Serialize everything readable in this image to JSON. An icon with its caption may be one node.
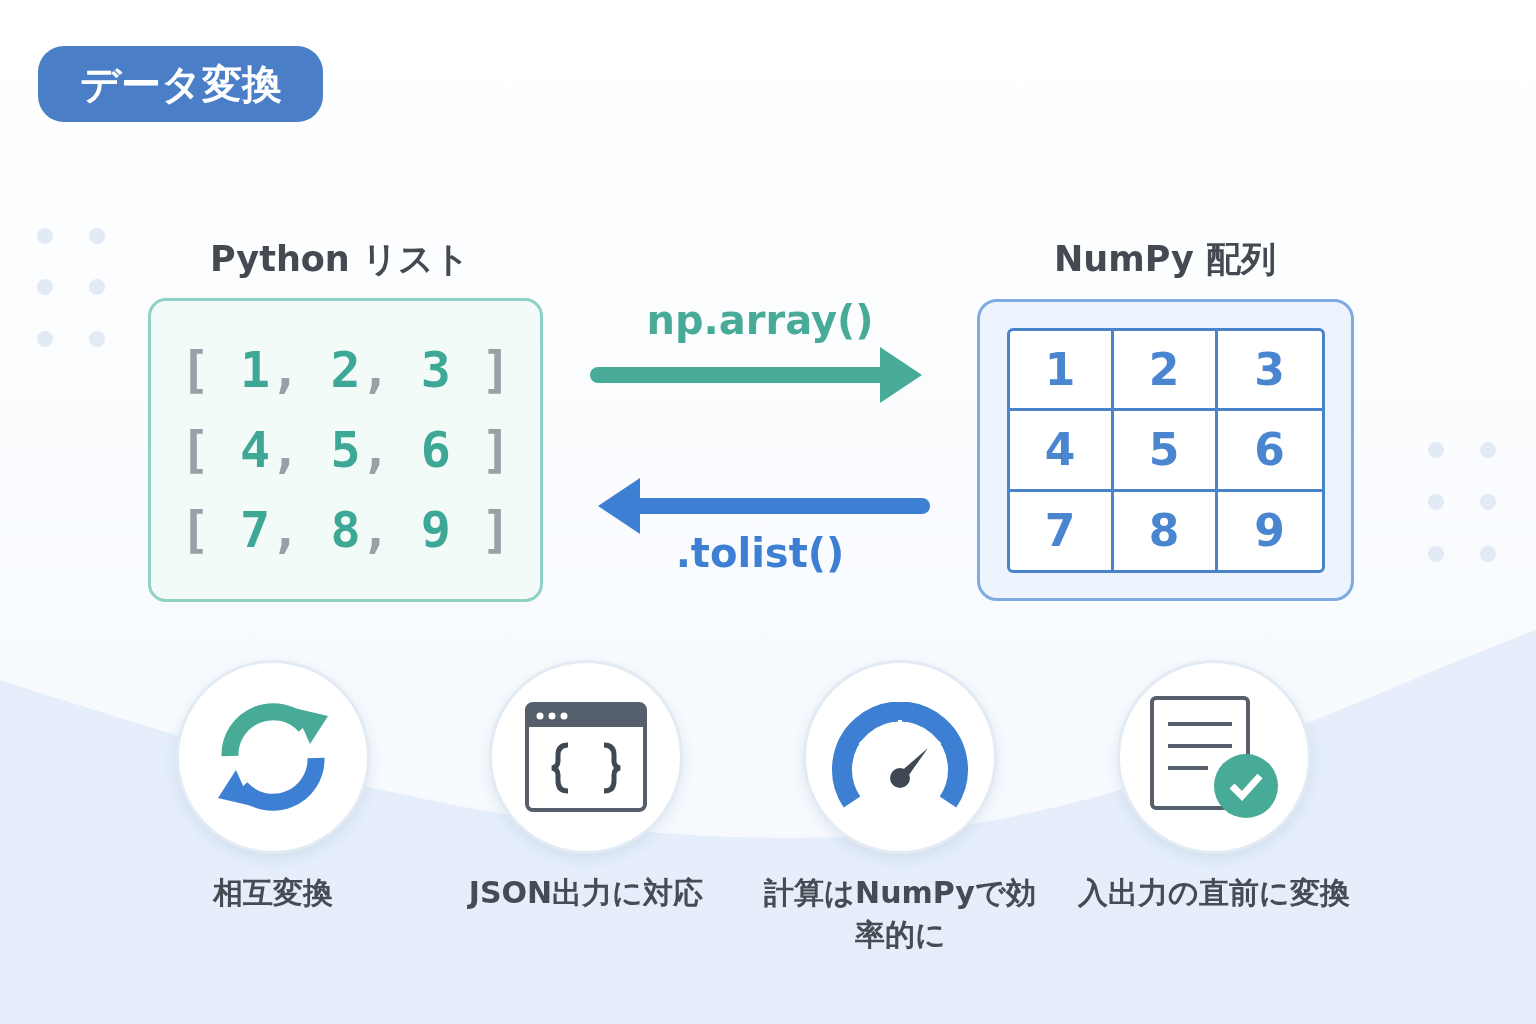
{
  "diagram": {
    "title": "データ変換",
    "nodes": [
      {
        "text": [
          "Python リスト",
          "[ 1, 2, 3 ]",
          "[ 4, 5, 6 ]",
          "[ 7, 8, 9 ]"
        ]
      },
      {
        "text": [
          "NumPy 配列",
          "1",
          "2",
          "3",
          "4",
          "5",
          "6",
          "7",
          "8",
          "9"
        ]
      },
      {
        "text": [
          "相互変換"
        ]
      },
      {
        "text": [
          "JSON出力に対応"
        ]
      },
      {
        "text": [
          "計算はNumPyで効率的に"
        ]
      },
      {
        "text": [
          "入出力の直前に変換"
        ]
      }
    ],
    "edges": [
      {
        "from": 0,
        "to": 1,
        "arrow": "to",
        "label": "np.array()",
        "color": "#48ab97"
      },
      {
        "from": 1,
        "to": 0,
        "arrow": "to",
        "label": ".tolist()",
        "color": "#3d7fd3"
      }
    ]
  }
}
